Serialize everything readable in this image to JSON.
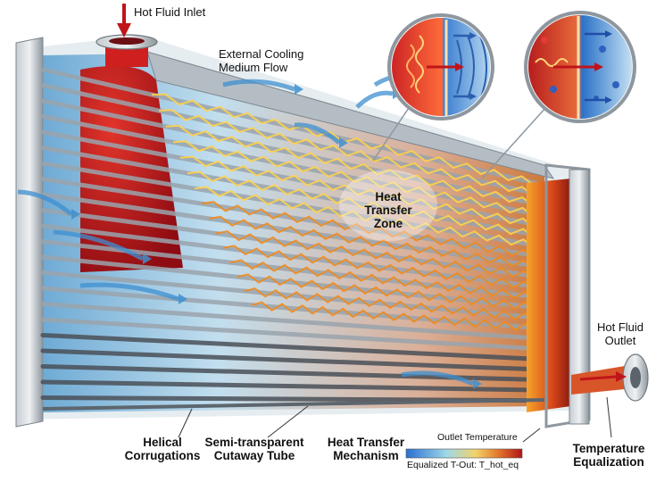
{
  "labels": {
    "hot_fluid_inlet": "Hot Fluid Inlet",
    "external_cooling": "External Cooling\nMedium Flow",
    "heat_transfer_zone": "Heat\nTransfer\nZone",
    "hot_fluid_outlet": "Hot Fluid\nOutlet",
    "helical_corrugations": "Helical\nCorrugations",
    "semi_transparent_tube": "Semi-transparent\nCutaway Tube",
    "heat_transfer_mechanism": "Heat Transfer\nMechanism",
    "outlet_temperature": "Outlet Temperature",
    "equalized_t_out": "Equalized T-Out: T_hot_eq",
    "temperature_equalization": "Temperature\nEqualization"
  },
  "colors": {
    "hot": "#c0141a",
    "warm": "#f08a1c",
    "hot_glow": "#ffd24a",
    "cool": "#3d8fd0",
    "cool_light": "#bfe4f4",
    "flow_green": "#8fd08a",
    "steel": "#9aa4ad",
    "tube_dark": "#4a5058"
  },
  "icons": [
    "inlet-arrow-icon",
    "outlet-arrow-icon",
    "cooling-flow-arrow-icon",
    "magnifier-callout-icon"
  ]
}
